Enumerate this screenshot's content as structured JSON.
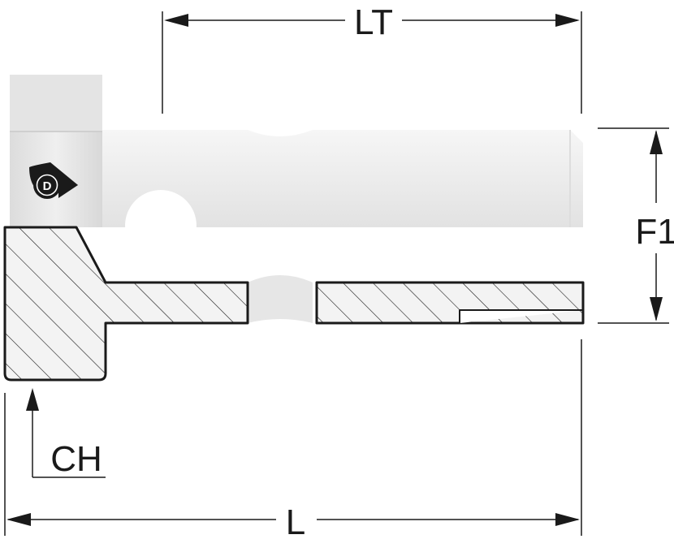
{
  "diagram": {
    "labels": {
      "lt": "LT",
      "f1": "F1",
      "ch": "CH",
      "l": "L"
    },
    "logo": {
      "letter": "D",
      "icon": "dunlop-logo-icon"
    },
    "colors": {
      "line": "#1a1a1a",
      "body": "#eeeeee",
      "shade": "#d4d4d4",
      "hatch_fill": "#f3f3f3",
      "background": "#ffffff"
    }
  }
}
